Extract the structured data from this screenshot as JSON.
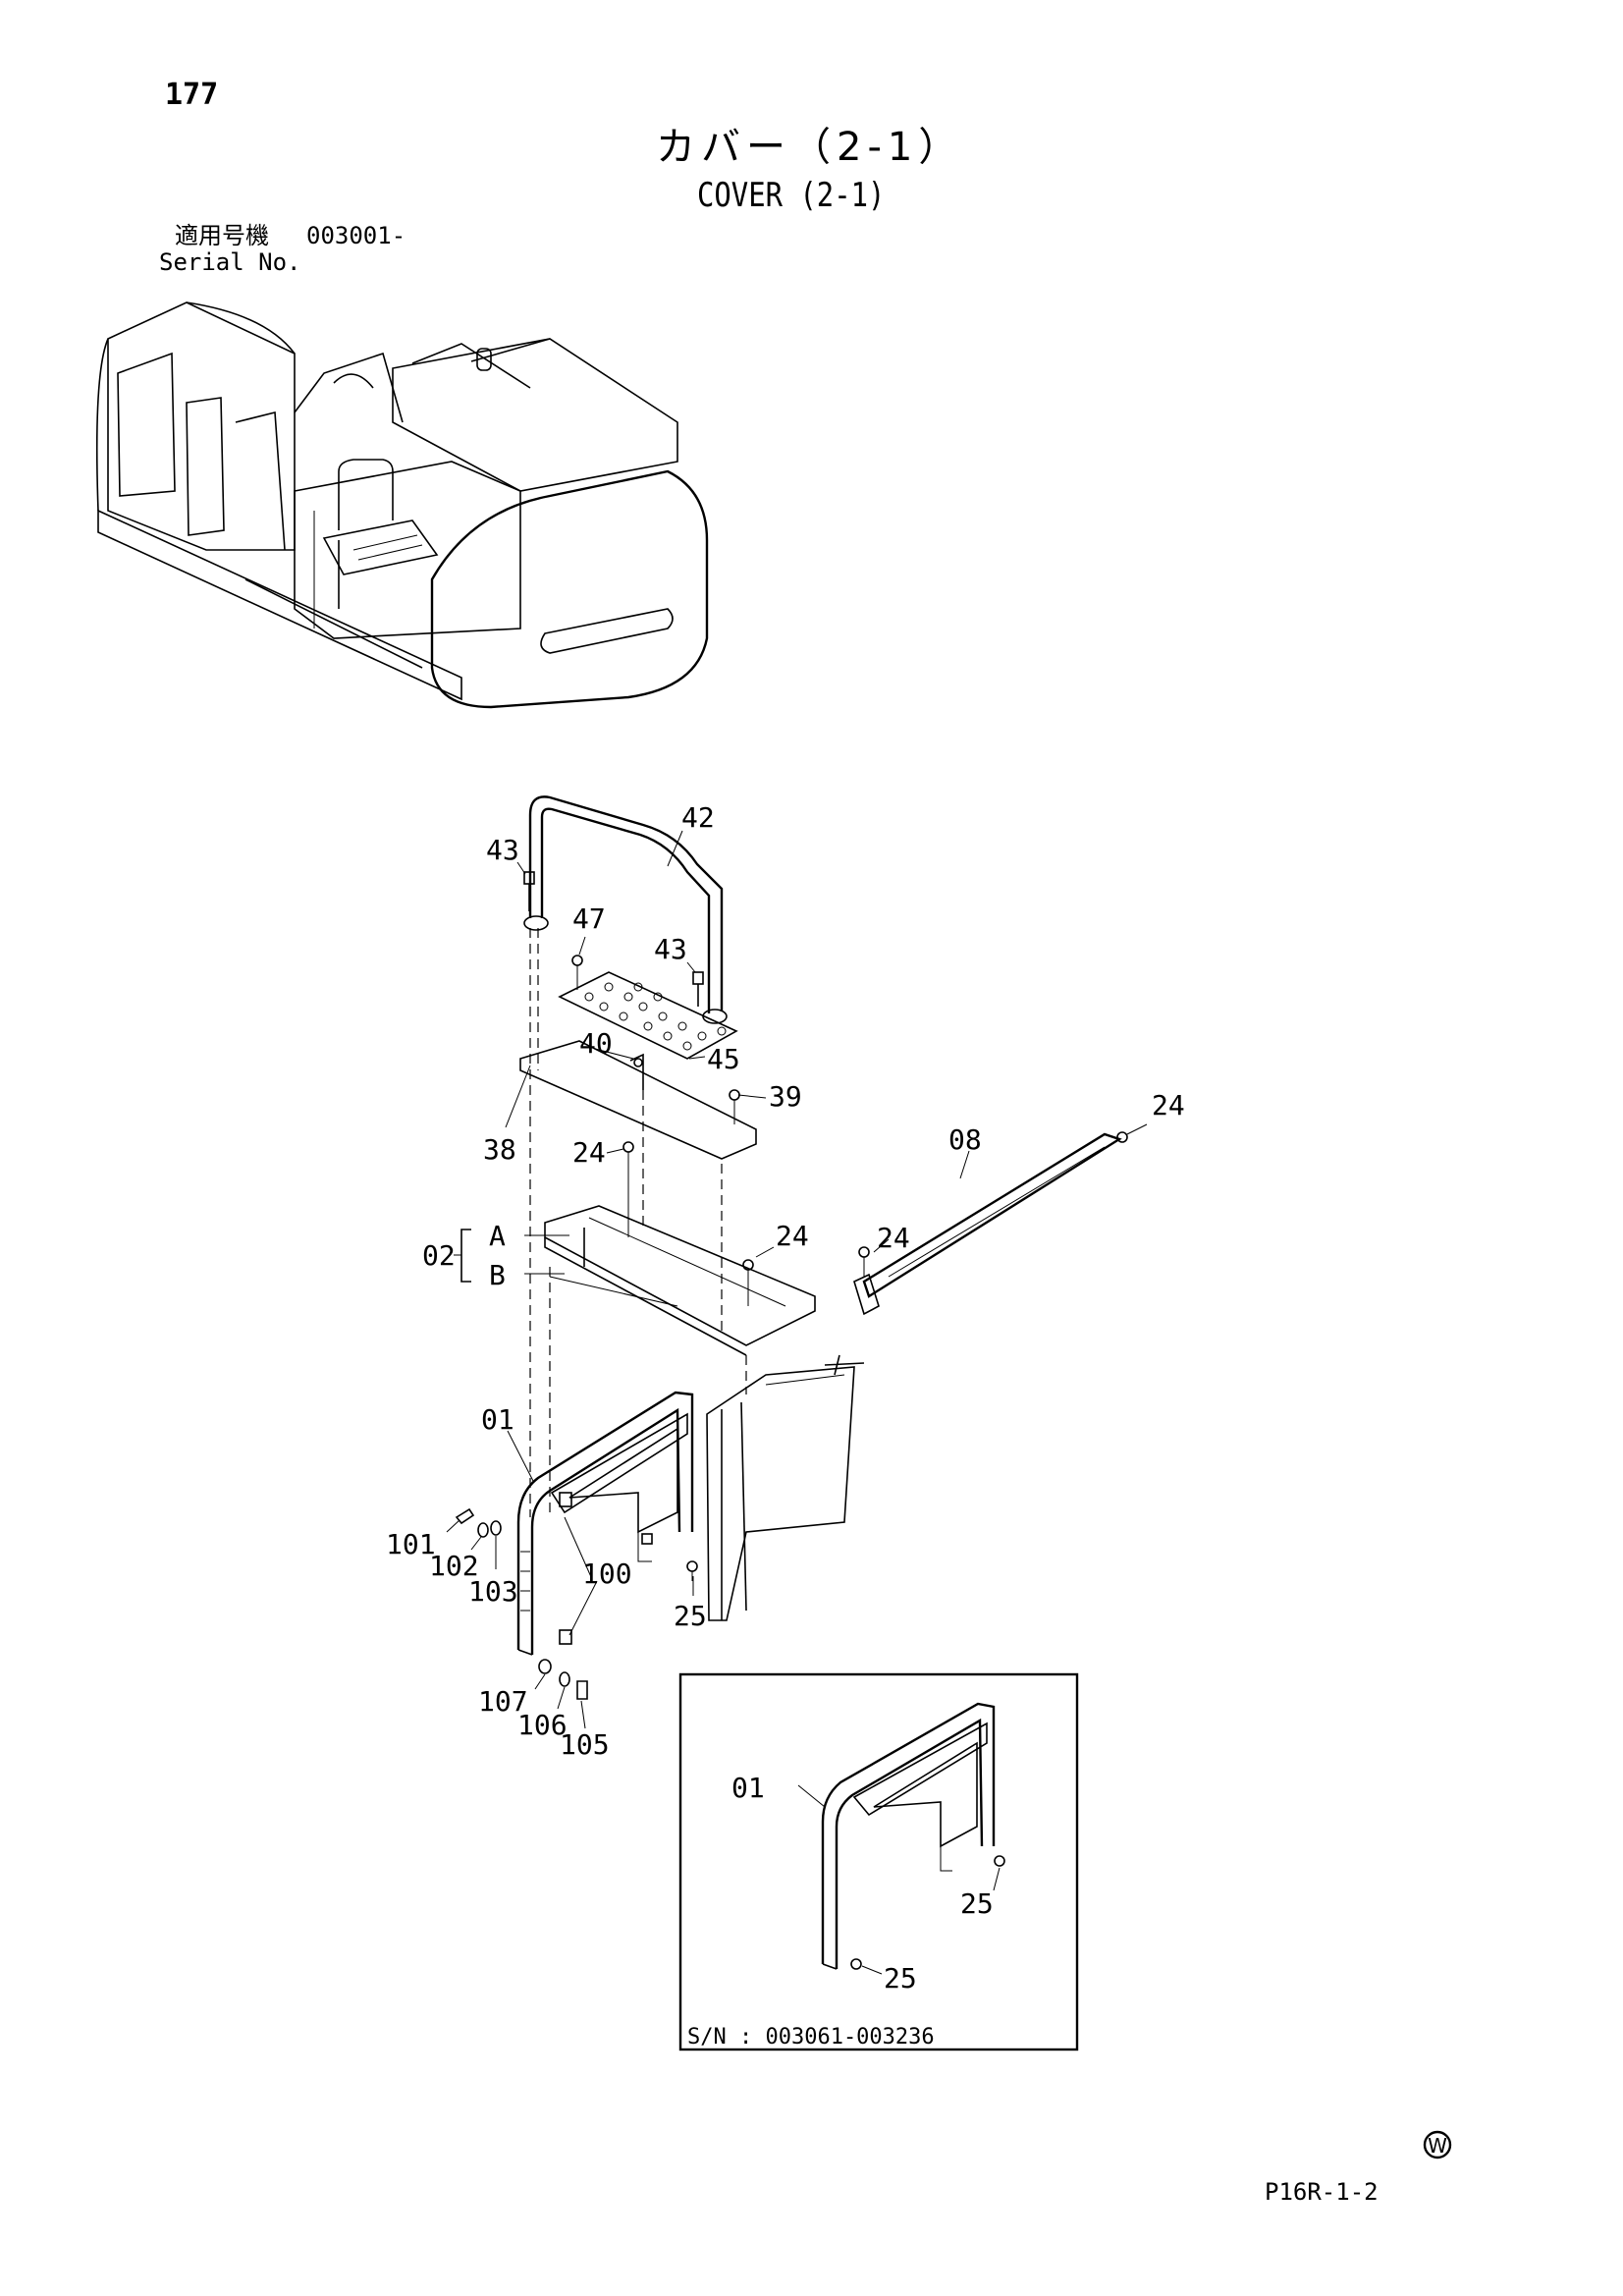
{
  "page_number": "177",
  "title_ja": "カバー（2-1）",
  "title_en": "COVER (2-1)",
  "serial": {
    "label_ja": "適用号機",
    "range": "003001-",
    "label_en": "Serial No."
  },
  "callouts": {
    "c42": "42",
    "c43a": "43",
    "c43b": "43",
    "c47": "47",
    "c40": "40",
    "c45": "45",
    "c39": "39",
    "c38": "38",
    "c24a": "24",
    "c24b": "24",
    "c24c": "24",
    "c24d": "24",
    "c08": "08",
    "c02": "02",
    "cA": "A",
    "cB": "B",
    "c01": "01",
    "c101": "101",
    "c102": "102",
    "c103": "103",
    "c100": "100",
    "c25": "25",
    "c107": "107",
    "c106": "106",
    "c105": "105",
    "inset01": "01",
    "inset25a": "25",
    "inset25b": "25"
  },
  "inset": {
    "serial_range": "S/N : 003061-003236"
  },
  "footer": {
    "symbol": "W",
    "drawing_code": "P16R-1-2"
  }
}
